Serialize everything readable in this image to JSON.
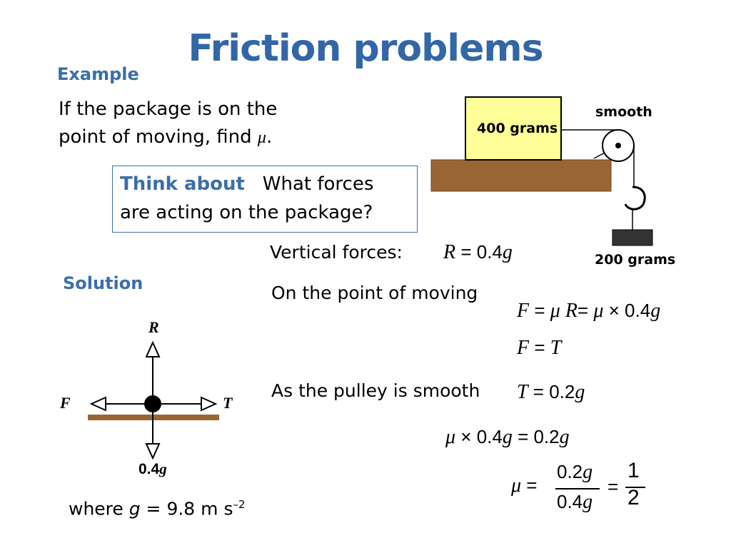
{
  "title": "Friction problems",
  "example_heading": "Example",
  "problem": {
    "line1": "If the package is on the",
    "line2_prefix": "point of moving, find ",
    "line2_symbol": "μ",
    "line2_suffix": "."
  },
  "think_box": {
    "label": "Think about",
    "line1_text": "What forces",
    "line2_text": "are acting on the package?"
  },
  "pulley_diagram": {
    "block_label": "400 grams",
    "pulley_label": "smooth",
    "weight_label": "200 grams",
    "colors": {
      "block": "#ffff99",
      "table": "#996633",
      "weight": "#333333"
    }
  },
  "solution_heading": "Solution",
  "force_diagram": {
    "up_label": "R",
    "left_label": "F",
    "right_label": "T",
    "down_label_num": "0.4",
    "down_label_var": "g"
  },
  "gravity_note": {
    "prefix": "where ",
    "var": "g",
    "middle": " = 9.8 m s",
    "exponent": "–2"
  },
  "steps": {
    "vertical_label": "Vertical forces:",
    "vertical_eq": {
      "lhs": "R",
      "op": " = 0.4",
      "var": "g"
    },
    "moving_label": "On the point of moving",
    "friction_eq": {
      "a": "F",
      "b": " = ",
      "mu": "μ",
      "c": " R",
      "d": "= ",
      "mu2": "μ",
      "e": " × 0.4",
      "var": "g"
    },
    "ft_eq": {
      "a": "F",
      "b": " = ",
      "c": "T"
    },
    "smooth_label": "As the pulley is smooth",
    "tension_eq": {
      "a": "T",
      "b": " = 0.2",
      "var": "g"
    },
    "combined_eq": {
      "mu": "μ",
      "a": " × 0.4",
      "g1": "g",
      "b": " = 0.2",
      "g2": "g"
    },
    "result": {
      "mu": "μ",
      "eq1": " =",
      "num": "0.2",
      "num_var": "g",
      "den": "0.4",
      "den_var": "g",
      "eq2": "=",
      "ans_num": "1",
      "ans_den": "2"
    }
  }
}
